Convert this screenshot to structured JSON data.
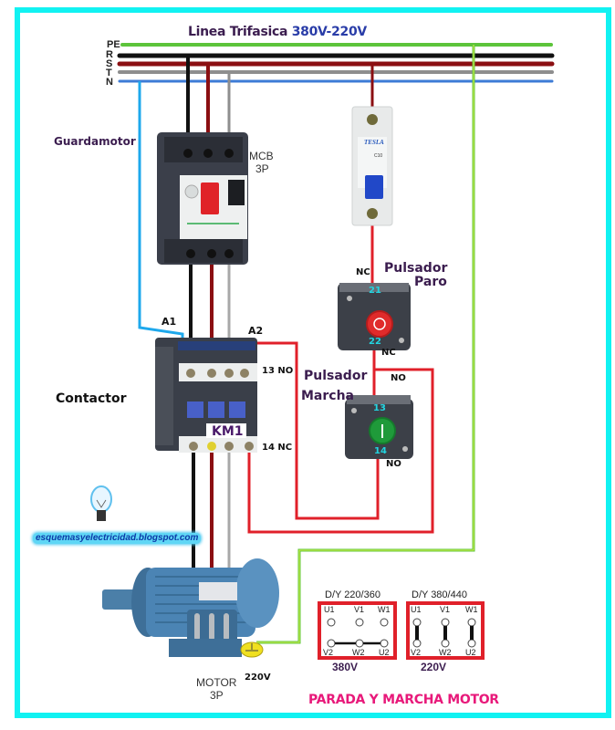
{
  "title": {
    "prefix": "Linea Trifasica",
    "voltage": "380V-220V"
  },
  "bus_lines": [
    {
      "label": "PE",
      "color": "#5cc43a"
    },
    {
      "label": "R",
      "color": "#111111"
    },
    {
      "label": "S",
      "color": "#8b0f12"
    },
    {
      "label": "T",
      "color": "#8e8e8e"
    },
    {
      "label": "N",
      "color": "#3d7bd6"
    }
  ],
  "components": {
    "guardamotor": {
      "label": "Guardamotor",
      "type_label_1": "MCB",
      "type_label_2": "3P"
    },
    "breaker": {
      "brand": "TESLA",
      "model": "C10"
    },
    "contactor": {
      "label": "Contactor",
      "name": "KM1",
      "coil_a1": "A1",
      "coil_a2": "A2",
      "aux_top": "13 NO",
      "aux_bottom": "14 NC"
    },
    "stop_button": {
      "label_1": "Pulsador",
      "label_2": "Paro",
      "terminal_top": "21",
      "terminal_bottom": "22",
      "contact_top": "NC",
      "contact_bottom": "NC",
      "button_color": "#e02b2b"
    },
    "start_button": {
      "label_1": "Pulsador",
      "label_2": "Marcha",
      "terminal_top": "13",
      "terminal_bottom": "14",
      "contact_top": "NO",
      "contact_bottom": "NO",
      "button_color": "#1f9a3a"
    },
    "motor": {
      "label_1": "MOTOR",
      "label_2": "3P",
      "ground_voltage": "220V"
    }
  },
  "connections": [
    {
      "title": "D/Y 220/360",
      "top": [
        "U1",
        "V1",
        "W1"
      ],
      "bottom": [
        "V2",
        "W2",
        "U2"
      ],
      "voltage": "380V",
      "bridge": "star"
    },
    {
      "title": "D/Y 380/440",
      "top": [
        "U1",
        "V1",
        "W1"
      ],
      "bottom": [
        "V2",
        "W2",
        "U2"
      ],
      "voltage": "220V",
      "bridge": "delta"
    }
  ],
  "blog": "esquemasyelectricidad.blogspot.com",
  "footer": "PARADA Y MARCHA MOTOR",
  "colors": {
    "frame": "#11f2f2",
    "control_wire": "#e0202a",
    "ground_wire": "#5cc43a"
  }
}
